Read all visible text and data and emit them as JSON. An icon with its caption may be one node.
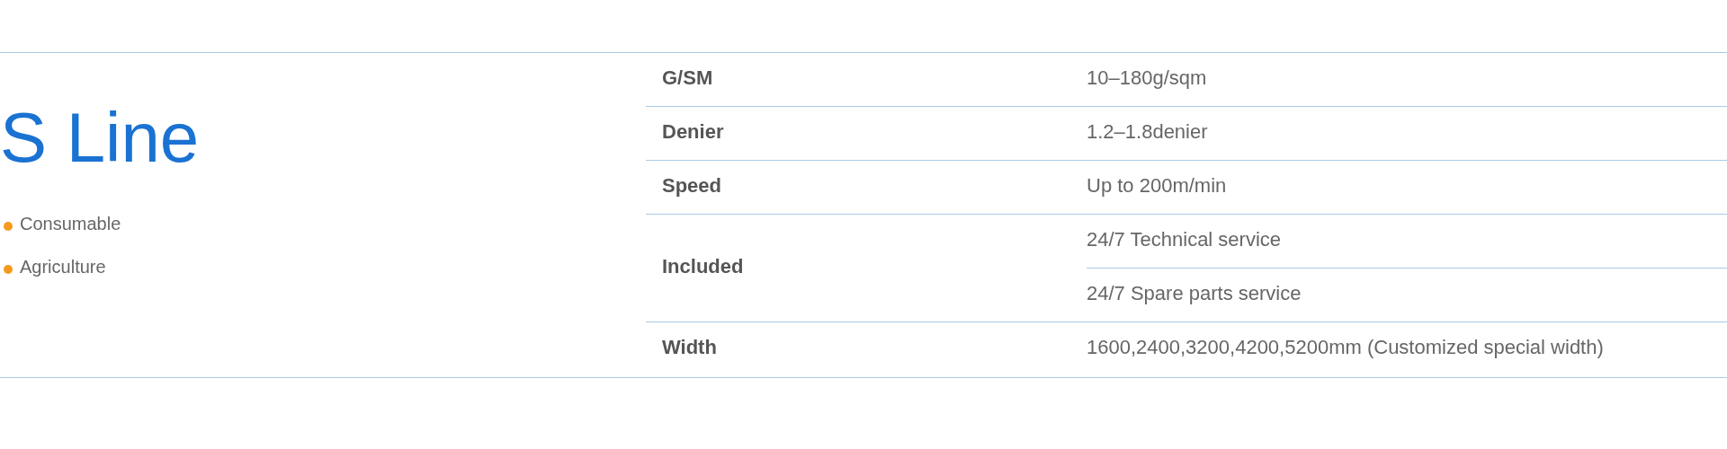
{
  "diagram": {
    "title": "S Line",
    "labels": [
      "Consumable",
      "Agriculture",
      "G/SM",
      "10–180g/sqm",
      "Denier",
      "1.2–1.8denier",
      "Speed",
      "Up to 200m/min",
      "Included",
      "24/7 Technical service",
      "24/7 Spare parts service",
      "Width",
      "1600,2400,3200,4200,5200mm (Customized special width)"
    ]
  }
}
